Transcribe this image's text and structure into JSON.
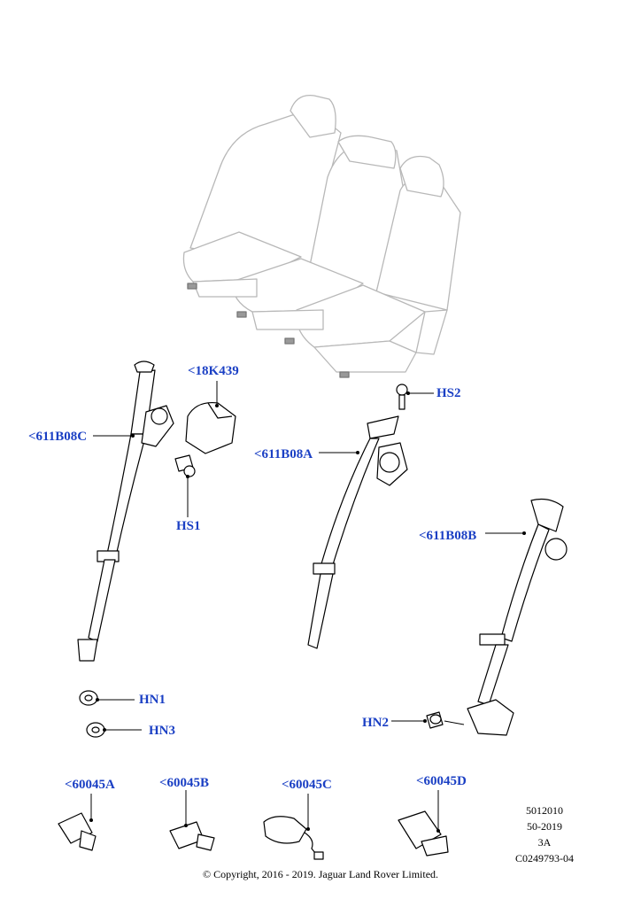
{
  "callouts": {
    "c18K439": "<18K439",
    "c611B08C": "<611B08C",
    "cHS1": "HS1",
    "cHS2": "HS2",
    "c611B08A": "<611B08A",
    "c611B08B": "<611B08B",
    "cHN1": "HN1",
    "cHN3": "HN3",
    "cHN2": "HN2",
    "c60045A": "<60045A",
    "c60045B": "<60045B",
    "c60045C": "<60045C",
    "c60045D": "<60045D"
  },
  "reference": {
    "line1": "5012010",
    "line2": "50-2019",
    "line3": "3A",
    "line4": "C0249793-04"
  },
  "copyright": "© Copyright, 2016 - 2019. Jaguar Land Rover Limited.",
  "colors": {
    "callout": "#1a3fc4",
    "seat_line": "#b8b8b8",
    "part_line": "#000000"
  }
}
